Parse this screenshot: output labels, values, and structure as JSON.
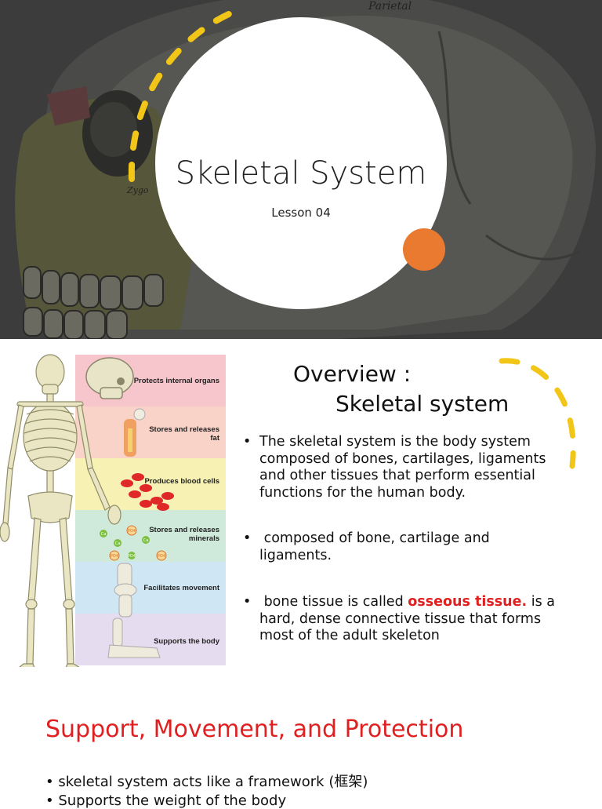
{
  "slide1": {
    "title": "Skeletal System",
    "subtitle": "Lesson 04",
    "bg_labels": {
      "parietal": "Parietal",
      "zygomatic": "Zygo"
    },
    "accent": "#ea7a2f",
    "dash_color": "#f2c618"
  },
  "slide2": {
    "title_line1": "Overview :",
    "title_line2": "Skeletal system",
    "functions": [
      {
        "label": "Protects internal organs",
        "color": "#f7c6cd"
      },
      {
        "label": "Stores and releases fat",
        "color": "#f9d2c8"
      },
      {
        "label": "Produces blood cells",
        "color": "#f7f1b3"
      },
      {
        "label": "Stores and releases minerals",
        "color": "#cfeadb"
      },
      {
        "label": "Facilitates movement",
        "color": "#cfe7f4"
      },
      {
        "label": "Supports the body",
        "color": "#e6dcef"
      }
    ],
    "mineral_tags": [
      "PO4",
      "Ca",
      "PO4",
      "Ca",
      "PO4",
      "Ca",
      "PO4"
    ],
    "bullets": [
      {
        "bullet": "•",
        "text": "The skeletal system is the body system composed of bones, cartilages, ligaments and other tissues that perform essential functions for the human body."
      },
      {
        "bullet": "•",
        "text": "composed of bone, cartilage  and ligaments."
      },
      {
        "bullet": "•",
        "pre": "bone tissue is called ",
        "emph": "osseous tissue.",
        "post": " is a hard, dense connective tissue that forms most of the adult skeleton"
      }
    ],
    "emph_color": "#e02020"
  },
  "slide3": {
    "title": "Support, Movement, and Protection",
    "bullets": [
      "•  skeletal system acts like a framework (框架)",
      "• Supports the weight of the body"
    ]
  }
}
